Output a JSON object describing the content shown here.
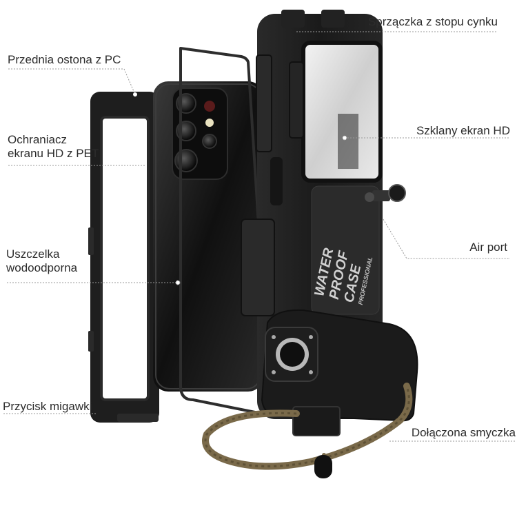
{
  "labels": {
    "front_cover": "Przednia ostona z PC",
    "pet_protector_line1": "Ochraniacz",
    "pet_protector_line2": "ekranu HD z PET",
    "seal_line1": "Uszczelka",
    "seal_line2": "wodoodporna",
    "shutter_button": "Przycisk migawki",
    "zinc_clasp": "Sprzączka z stopu cynku",
    "hd_glass": "Szklany ekran HD",
    "air_port": "Air port",
    "lanyard": "Dołączona smyczka"
  },
  "case_print": {
    "line1": "WATER",
    "line2": "PROOF",
    "line3": "CASE",
    "sub": "PROFESSIONAL"
  },
  "colors": {
    "case_body": "#1b1b1b",
    "case_panel": "#2b2b2b",
    "phone_back": "#141414",
    "callout_line": "#9a9a9a",
    "lanyard": "#7a6a4a",
    "label_text": "#2c2c2c"
  }
}
